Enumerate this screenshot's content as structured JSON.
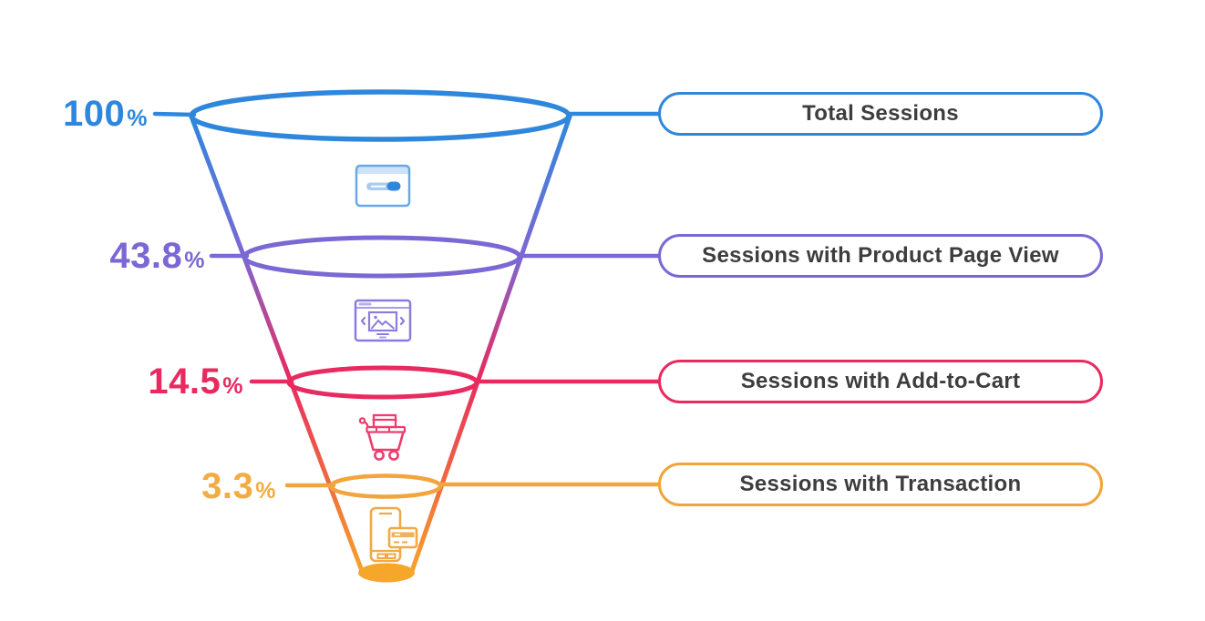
{
  "chart_data": {
    "type": "funnel",
    "orientation": "vertical",
    "background": "#ffffff",
    "legend_position": "right",
    "label_text_color": "#3d3d3d",
    "stages": [
      {
        "label": "Total Sessions",
        "value": 100,
        "value_display": "100",
        "suffix": "%",
        "color": "#2e87dc",
        "icon": "browser-window-icon"
      },
      {
        "label": "Sessions with Product Page View",
        "value": 43.8,
        "value_display": "43.8",
        "suffix": "%",
        "color": "#7b68d4",
        "icon": "product-page-icon"
      },
      {
        "label": "Sessions with Add-to-Cart",
        "value": 14.5,
        "value_display": "14.5",
        "suffix": "%",
        "color": "#e82a60",
        "icon": "shopping-cart-icon"
      },
      {
        "label": "Sessions with Transaction",
        "value": 3.3,
        "value_display": "3.3",
        "suffix": "%",
        "color": "#f2a53c",
        "icon": "phone-payment-icon"
      }
    ]
  }
}
